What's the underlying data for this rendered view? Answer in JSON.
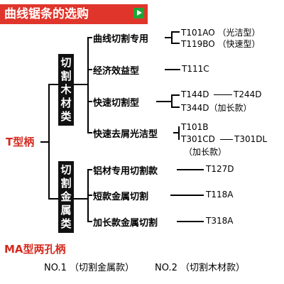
{
  "header": {
    "title": "曲线锯条的选购",
    "arrow_icon": "play-icon"
  },
  "root": {
    "label": "T型柄"
  },
  "wood": {
    "label": "切割木材类",
    "items": [
      {
        "label": "曲线切割专用",
        "codes": [
          "T101AO （光洁型）",
          "T119BO （快速型）"
        ]
      },
      {
        "label": "经济效益型",
        "codes": [
          "T111C"
        ]
      },
      {
        "label": "快速切割型",
        "codes": [
          "T144D",
          "T244D",
          "T344D（加长款）"
        ]
      },
      {
        "label": "快速去屑光洁型",
        "codes": [
          "T101B",
          "T301CD",
          "T301DL",
          "（加长款）"
        ]
      }
    ]
  },
  "metal": {
    "label": "切割金属类",
    "items": [
      {
        "label": "铝材专用切割款",
        "codes": [
          "T127D"
        ]
      },
      {
        "label": "短款金属切割",
        "codes": [
          "T118A"
        ]
      },
      {
        "label": "加长款金属切割",
        "codes": [
          "T318A"
        ]
      }
    ]
  },
  "ma": {
    "label": "MA型两孔柄",
    "options": [
      "NO.1 （切割金属款）",
      "NO.2 （切割木材款）"
    ]
  },
  "colors": {
    "banner": "#e0352b",
    "accent_red": "#d42a1f",
    "arrow": "#1ea53a",
    "box": "#111111"
  }
}
